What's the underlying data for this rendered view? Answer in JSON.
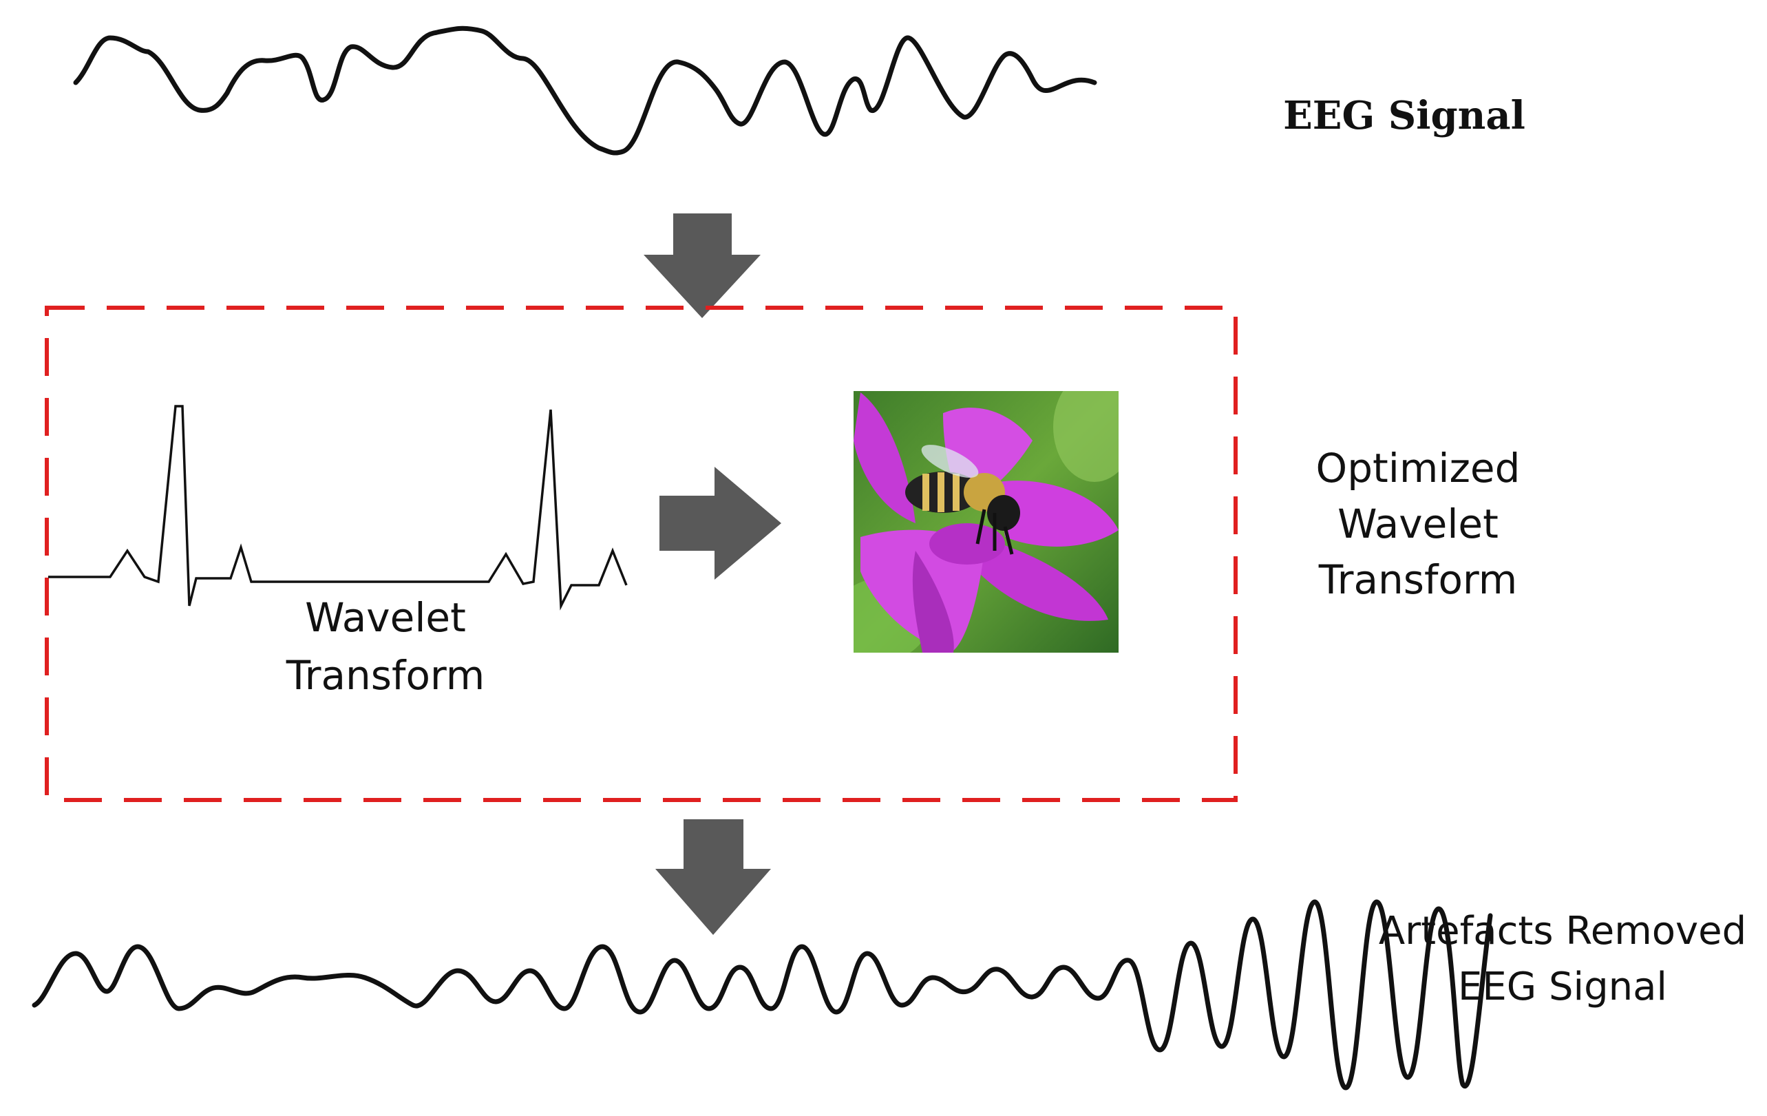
{
  "labels": {
    "input_signal": "EEG Signal",
    "wavelet_transform": "Wavelet\nTransform",
    "optimized_wavelet_transform": "Optimized\nWavelet\nTransform",
    "output_signal": "Artefacts Removed\nEEG Signal"
  },
  "colors": {
    "signal": "#111111",
    "arrow": "#595959",
    "dashed_box": "#e02020"
  },
  "icons": {
    "optimizer_image": "bee-on-pink-flower-icon"
  }
}
